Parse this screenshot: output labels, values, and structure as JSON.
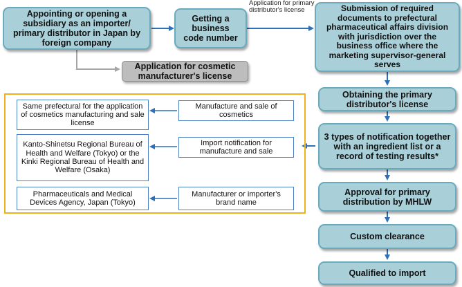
{
  "nodes": {
    "appointing": "Appointing or opening a subsidiary as an importer/ primary distributor in Japan by foreign company",
    "business_code": "Getting a business code number",
    "submission": "Submission of required documents to prefectural pharmaceutical affairs division with jurisdiction over the business office where the marketing supervisor-general serves",
    "cosmetic_license": "Application for cosmetic manufacturer's license",
    "obtaining": "Obtaining the primary distributor's license",
    "notification": "3 types of notification together with an ingredient list or a record of testing results*",
    "approval": "Approval for primary distribution by MHLW",
    "custom": "Custom clearance",
    "qualified": "Qualified to import"
  },
  "edge_labels": {
    "application_note": "Application for primary distributor's license"
  },
  "notification_types": [
    {
      "type": "Manufacture and sale of cosmetics",
      "office": "Same prefectural for the application of cosmetics manufacturing and sale license"
    },
    {
      "type": "Import notification for manufacture and sale",
      "office": "Kanto-Shinetsu Regional Bureau of Health and Welfare (Tokyo) or the Kinki Regional Bureau of Health and Welfare (Osaka)"
    },
    {
      "type": "Manufacturer or importer's brand name",
      "office": "Pharmaceuticals and Medical Devices Agency, Japan (Tokyo)"
    }
  ],
  "colors": {
    "step_fill": "#a9cfd8",
    "step_border": "#6aaabd",
    "arrow": "#2e6fb7",
    "gray_arrow": "#a6a6a6",
    "panel_border": "#f0b21a"
  }
}
